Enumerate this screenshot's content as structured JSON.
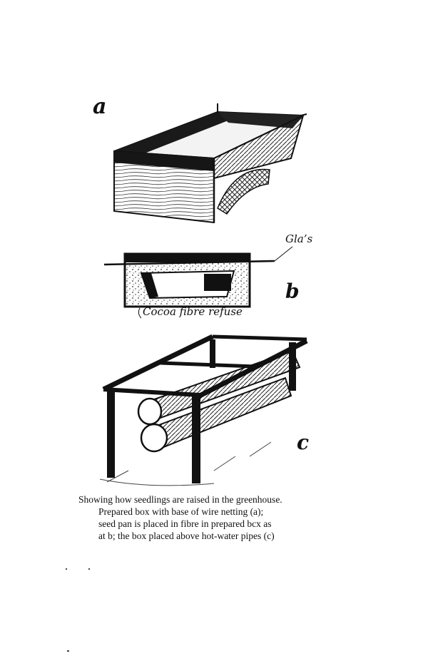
{
  "figure": {
    "labels": {
      "a": "a",
      "b": "b",
      "c": "c"
    },
    "annotations": {
      "glass": "Gla’s",
      "fibre": "Cocoa fibre refuse"
    }
  },
  "caption": {
    "line1": "Showing how seedlings are raised in the greenhouse.",
    "line2": "Prepared box with base of wire netting (a);",
    "line3": "seed pan is placed in fibre in prepared bcx as",
    "line4": "at b; the box placed above hot-water pipes (c)"
  }
}
